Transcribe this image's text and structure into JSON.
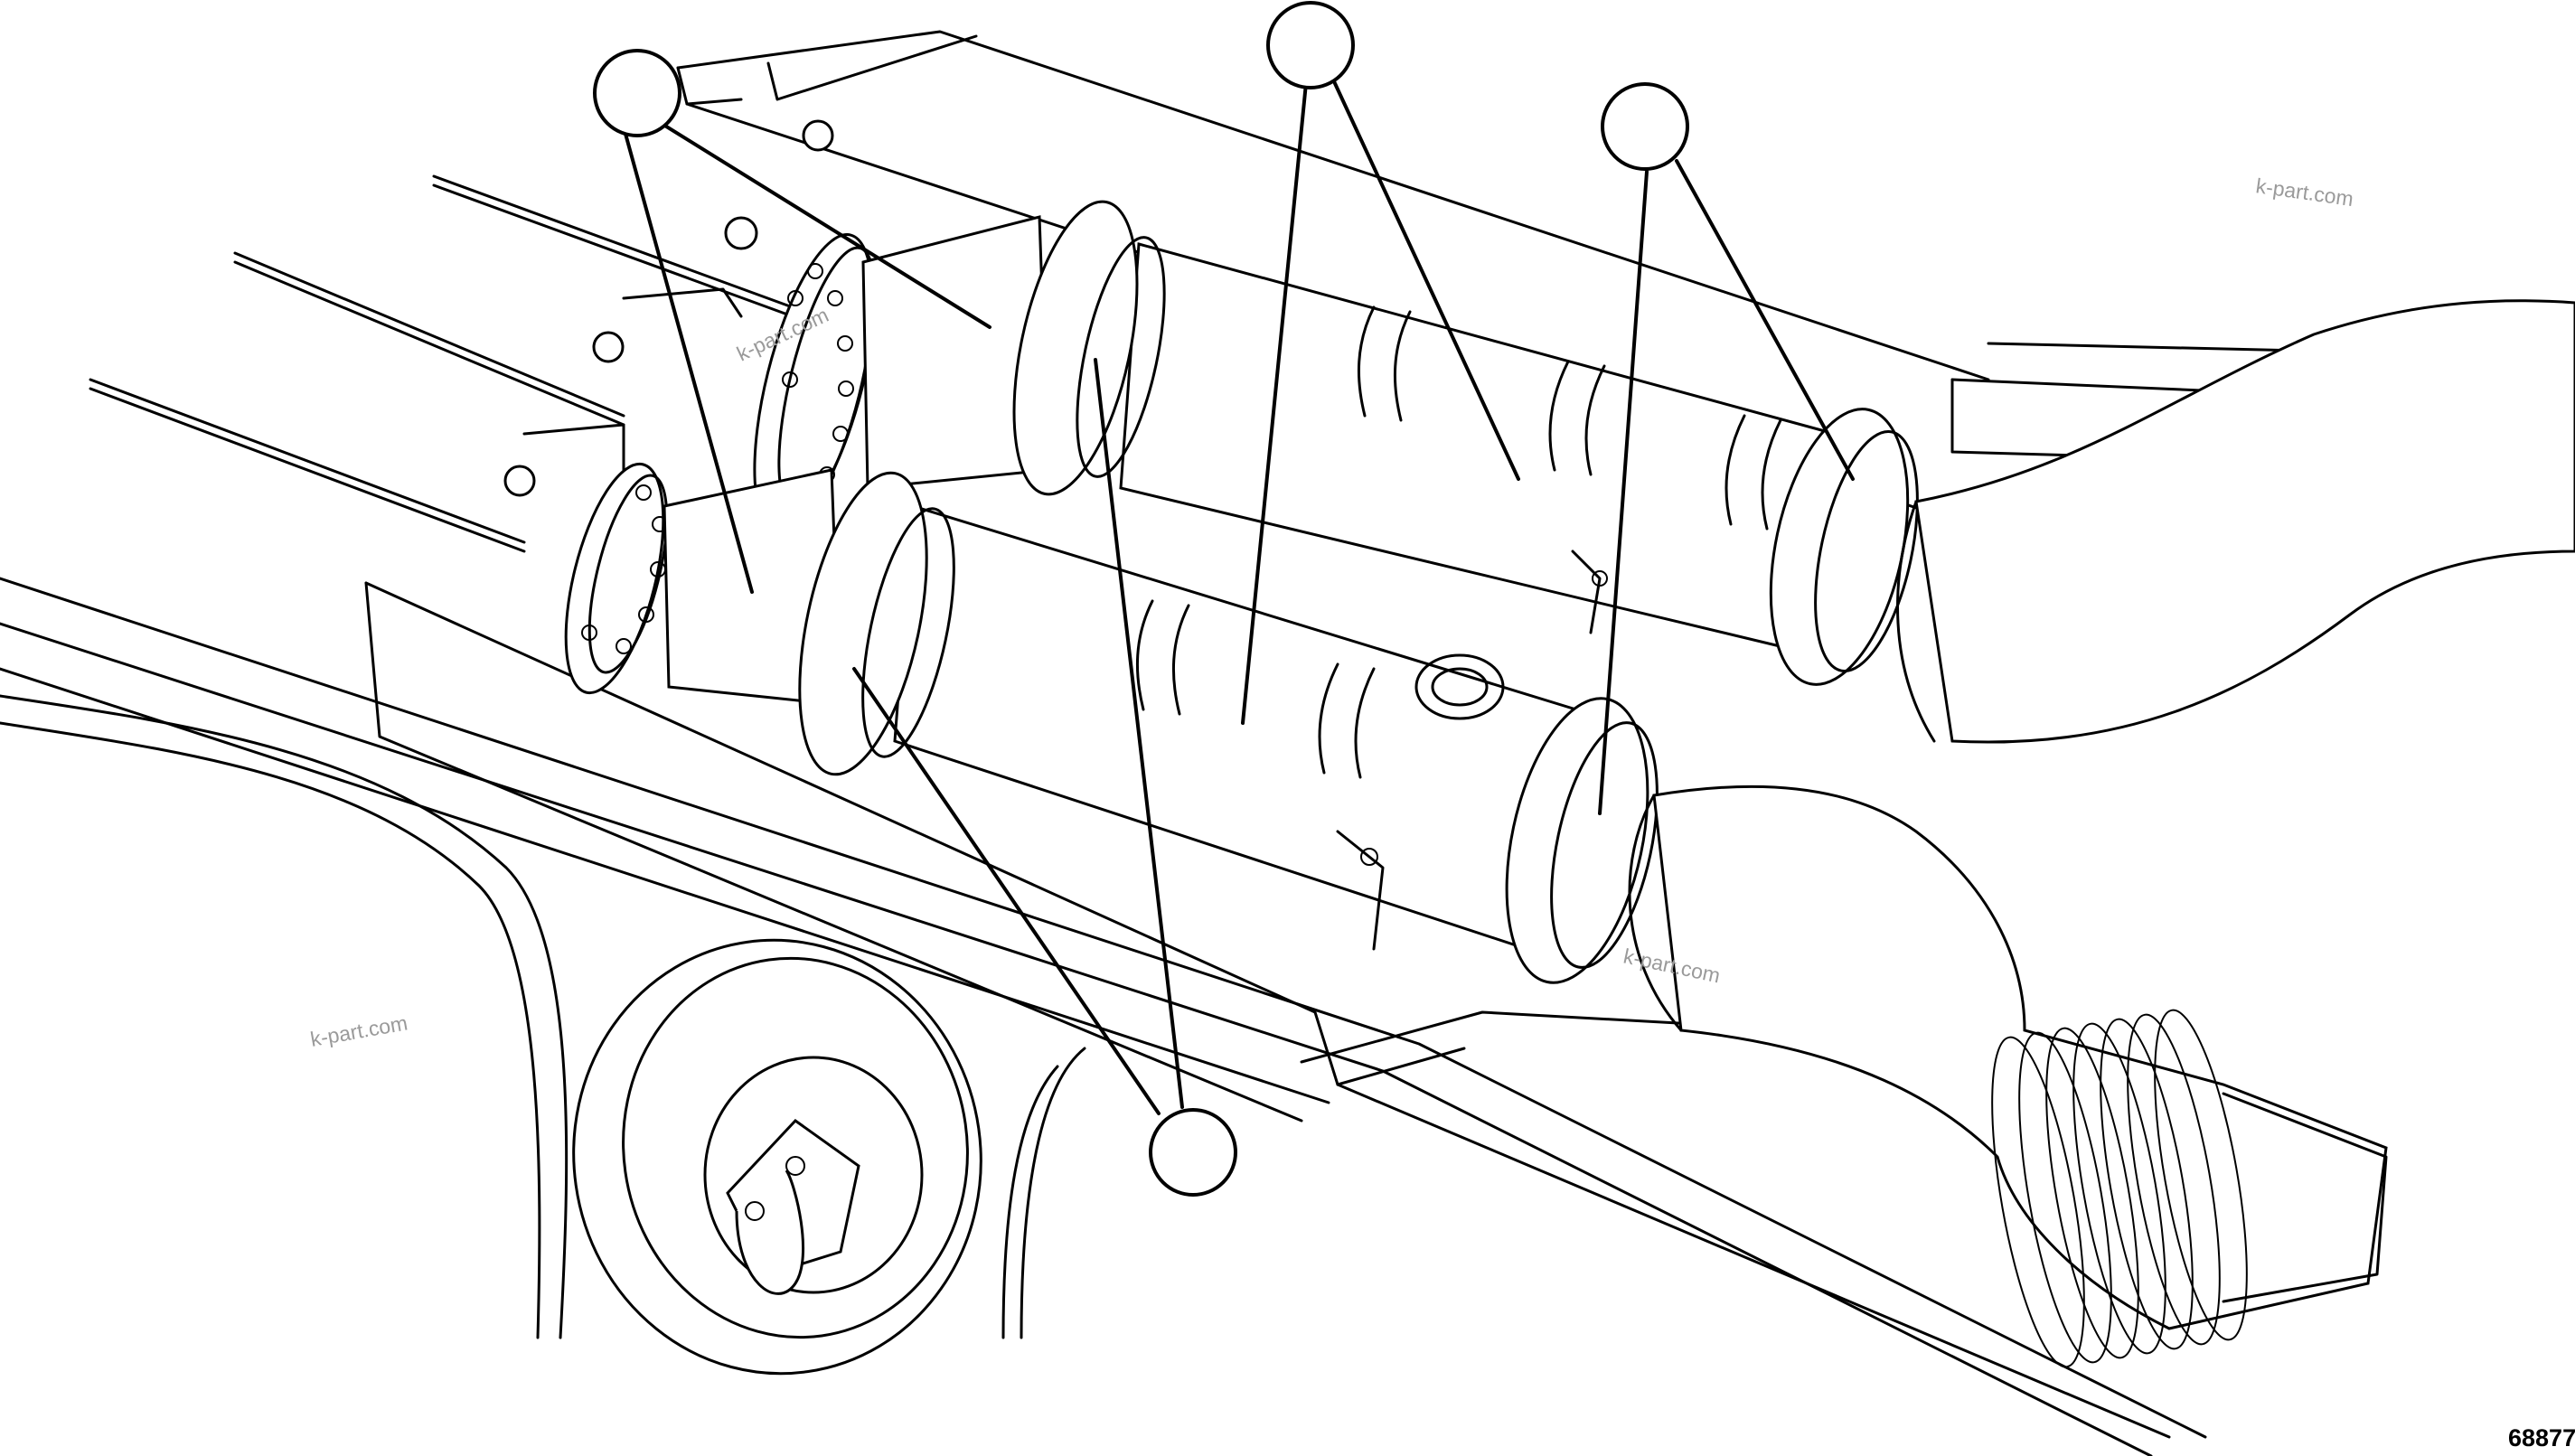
{
  "watermarks": [
    "k-part.com",
    "k-part.com",
    "k-part.com",
    "k-part.com"
  ],
  "figure_number": "68877",
  "callouts": [
    {
      "id": "callout-flange"
    },
    {
      "id": "callout-muffler-pipe"
    },
    {
      "id": "callout-outlet-clamp"
    },
    {
      "id": "callout-inlet-clamp"
    }
  ]
}
